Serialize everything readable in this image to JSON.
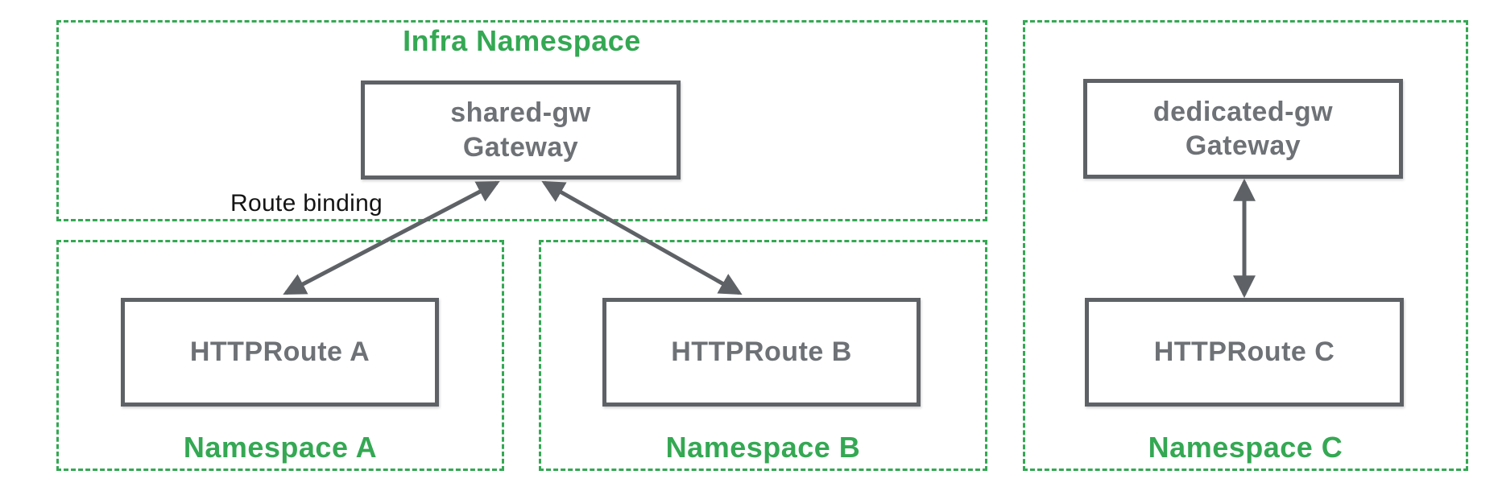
{
  "infra_namespace": {
    "label": "Infra Namespace",
    "gateway": {
      "name": "shared-gw",
      "kind": "Gateway"
    }
  },
  "namespace_a": {
    "label": "Namespace A",
    "route": "HTTPRoute A"
  },
  "namespace_b": {
    "label": "Namespace B",
    "route": "HTTPRoute B"
  },
  "namespace_c": {
    "label": "Namespace C",
    "gateway": {
      "name": "dedicated-gw",
      "kind": "Gateway"
    },
    "route": "HTTPRoute C"
  },
  "annotations": {
    "route_binding": "Route binding"
  },
  "colors": {
    "namespace_green": "#34A853",
    "node_border": "#5E6266",
    "node_text": "#6E7276",
    "arrow": "#5E6266",
    "annotation_text": "#141414"
  }
}
